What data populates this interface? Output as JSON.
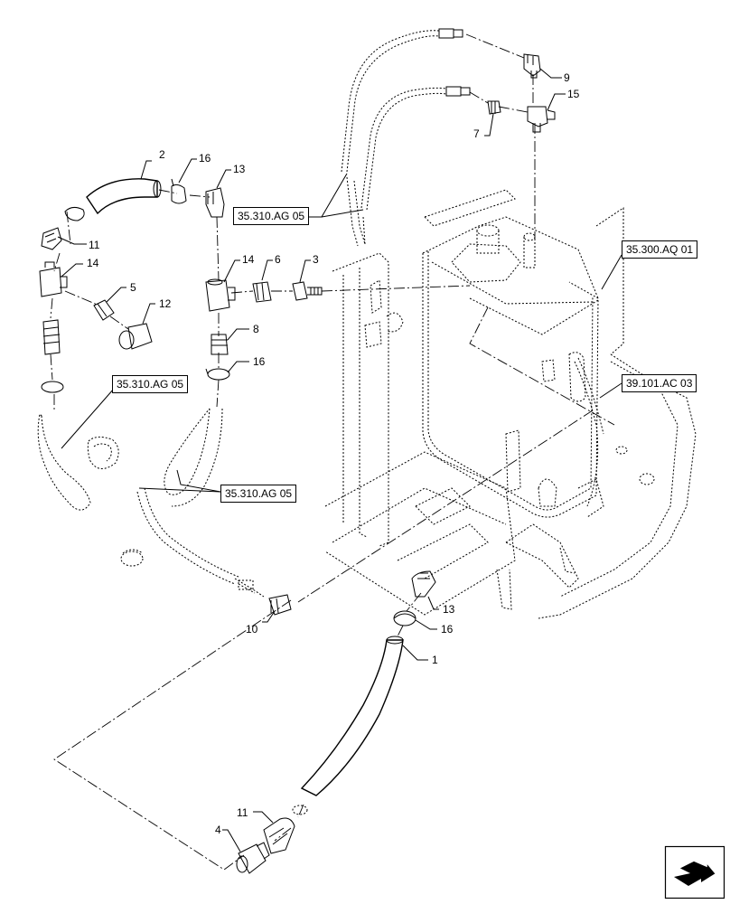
{
  "callouts": [
    {
      "id": "c2",
      "text": "2"
    },
    {
      "id": "c16a",
      "text": "16"
    },
    {
      "id": "c13a",
      "text": "13"
    },
    {
      "id": "c11a",
      "text": "11"
    },
    {
      "id": "c14a",
      "text": "14"
    },
    {
      "id": "c5",
      "text": "5"
    },
    {
      "id": "c12",
      "text": "12"
    },
    {
      "id": "c14b",
      "text": "14"
    },
    {
      "id": "c6",
      "text": "6"
    },
    {
      "id": "c3",
      "text": "3"
    },
    {
      "id": "c8",
      "text": "8"
    },
    {
      "id": "c16b",
      "text": "16"
    },
    {
      "id": "c9",
      "text": "9"
    },
    {
      "id": "c15",
      "text": "15"
    },
    {
      "id": "c7",
      "text": "7"
    },
    {
      "id": "c10",
      "text": "10"
    },
    {
      "id": "c13b",
      "text": "13"
    },
    {
      "id": "c16c",
      "text": "16"
    },
    {
      "id": "c1",
      "text": "1"
    },
    {
      "id": "c11b",
      "text": "11"
    },
    {
      "id": "c4",
      "text": "4"
    }
  ],
  "refs": {
    "hose_top": "35.310.AG 05",
    "hose_left": "35.310.AG 05",
    "hose_middle": "35.310.AG 05",
    "tank": "35.300.AQ 01",
    "frame": "39.101.AC 03"
  },
  "colors": {
    "line": "#000000",
    "background": "#ffffff"
  },
  "icons": {
    "nav": "next-page-arrow-icon"
  }
}
